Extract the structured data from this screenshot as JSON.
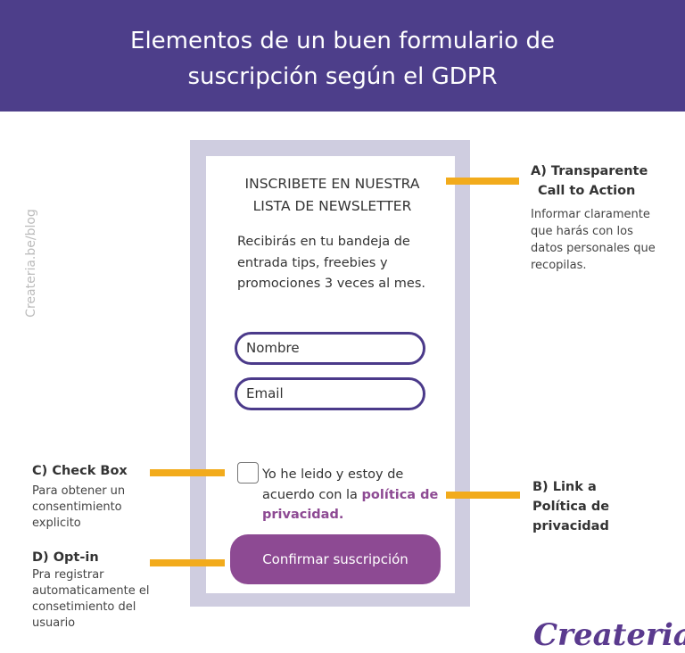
{
  "header": {
    "title_line1": "Elementos de un buen formulario de",
    "title_line2": "suscripción según el GDPR"
  },
  "watermark": "Createria.be/blog",
  "form": {
    "title_line1": "INSCRIBETE EN NUESTRA",
    "title_line2": "LISTA DE NEWSLETTER",
    "description": "Recibirás en tu bandeja de entrada tips, freebies y promociones 3 veces al mes.",
    "name_placeholder": "Nombre",
    "email_placeholder": "Email",
    "consent_text": "Yo he leido y estoy de acuerdo con  la ",
    "privacy_link": "política de privacidad.",
    "checkbox_checked": false,
    "submit_label": "Confirmar suscripción"
  },
  "annotations": {
    "a": {
      "title_line1": "A) Transparente",
      "title_line2": "Call to Action",
      "description": "Informar claramente que harás con los datos personales que recopilas."
    },
    "b": {
      "title": "B) Link a Política de privacidad"
    },
    "c": {
      "title": "C) Check Box",
      "description": "Para obtener un consentimiento explicito"
    },
    "d": {
      "title": "D) Opt-in",
      "description": "Pra registrar automaticamente el consetimiento del usuario"
    }
  },
  "logo": "Createria",
  "colors": {
    "header": "#4d3e8a",
    "accent": "#8d4a93",
    "connector": "#f2ab1c",
    "frame": "#cfcde0"
  }
}
